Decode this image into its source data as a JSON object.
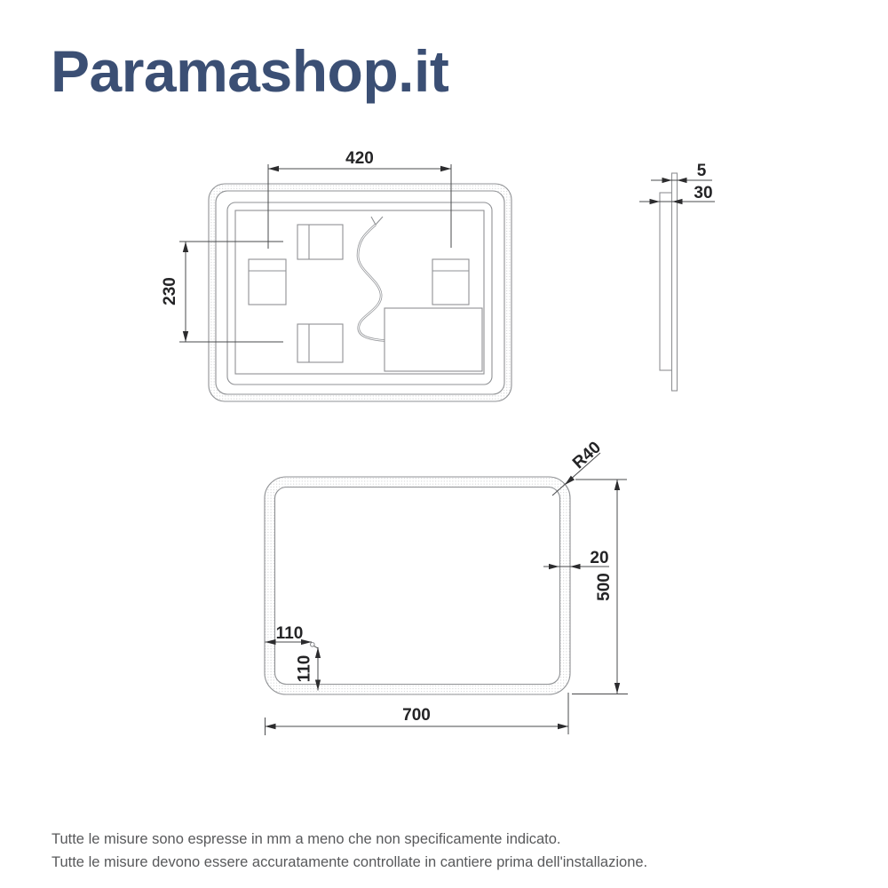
{
  "logo": {
    "text": "Paramashop.it",
    "color": "#3b4f74"
  },
  "views": {
    "rear": {
      "dim_bracket_spacing_horizontal": "420",
      "dim_bracket_spacing_vertical": "230"
    },
    "side": {
      "dim_glass_thickness": "5",
      "dim_total_depth": "30"
    },
    "front": {
      "dim_corner_radius": "R40",
      "dim_frame_band": "20",
      "dim_height": "500",
      "dim_offset_x": "110",
      "dim_offset_y": "110",
      "dim_width": "700"
    }
  },
  "footer": {
    "line1": "Tutte le misure sono espresse in mm a meno che non specificamente indicato.",
    "line2": "Tutte le misure devono essere accuratamente controllate in cantiere prima dell'installazione."
  },
  "colors": {
    "logo": "#3b4f74",
    "geometry_line": "#8f9194",
    "dimension_line": "#4a4b4d",
    "dimension_text": "#242426",
    "footer_text": "#58595b",
    "stipple_dot": "#c6c7c9"
  }
}
